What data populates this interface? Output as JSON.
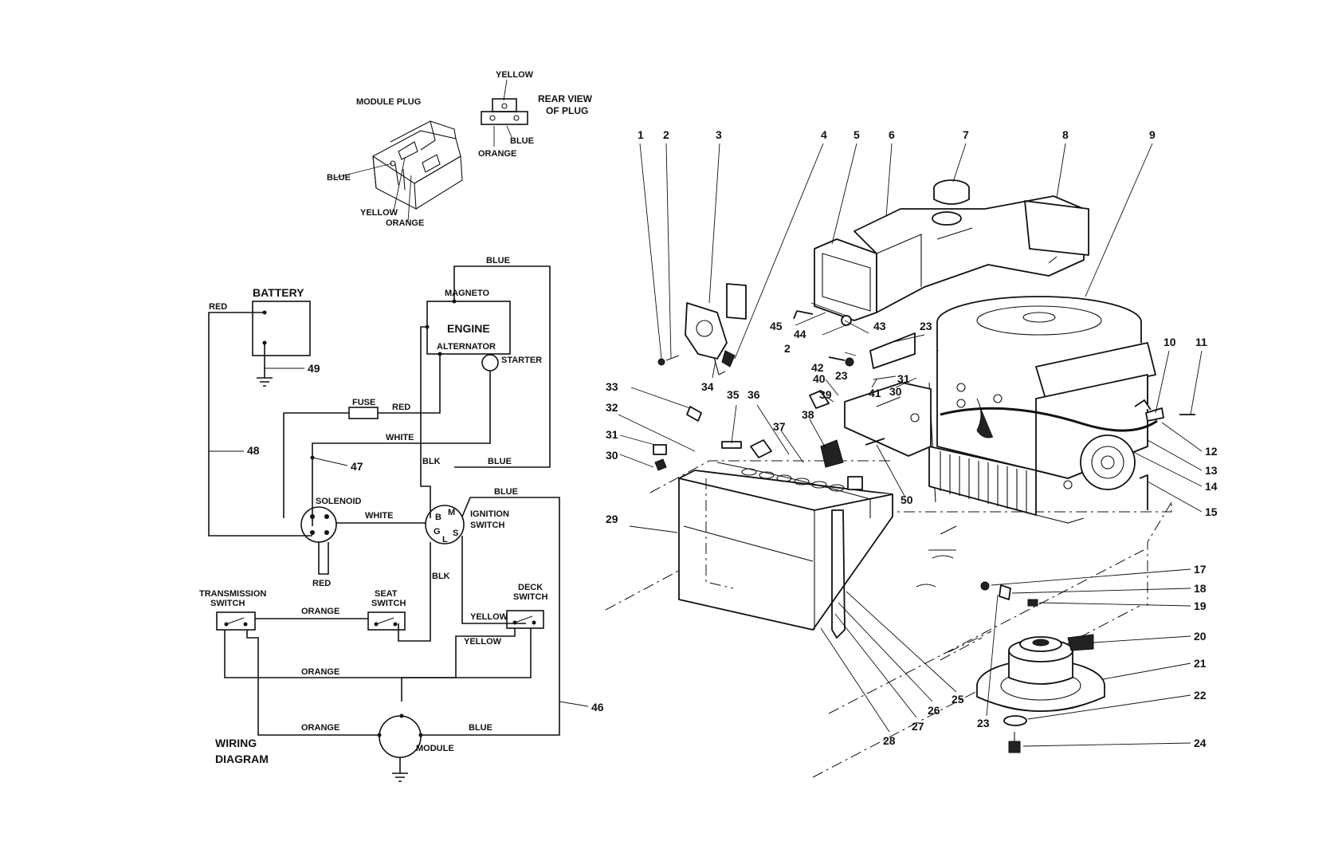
{
  "plug": {
    "module_plug_title": "MODULE PLUG",
    "rear_view_line1": "REAR VIEW",
    "rear_view_line2": "OF PLUG",
    "rear_yellow": "YELLOW",
    "rear_blue": "BLUE",
    "rear_orange": "ORANGE",
    "mod_blue": "BLUE",
    "mod_yellow": "YELLOW",
    "mod_orange": "ORANGE"
  },
  "wiring": {
    "title_line1": "WIRING",
    "title_line2": "DIAGRAM",
    "components": {
      "battery": "BATTERY",
      "engine": "ENGINE",
      "magneto": "MAGNETO",
      "alternator": "ALTERNATOR",
      "starter": "STARTER",
      "fuse": "FUSE",
      "solenoid": "SOLENOID",
      "ignition_line1": "IGNITION",
      "ignition_line2": "SWITCH",
      "transmission_line1": "TRANSMISSION",
      "transmission_line2": "SWITCH",
      "seat_line1": "SEAT",
      "seat_line2": "SWITCH",
      "deck_line1": "DECK",
      "deck_line2": "SWITCH",
      "module": "MODULE"
    },
    "terminals": {
      "b": "B",
      "m": "M",
      "g": "G",
      "l": "L",
      "s": "S"
    },
    "wire_labels": {
      "blue_top": "BLUE",
      "red_battery": "RED",
      "red_fuse": "RED",
      "white_starter": "WHITE",
      "blk_upper": "BLK",
      "blue_mid": "BLUE",
      "blue_right": "BLUE",
      "white_solenoid": "WHITE",
      "red_solenoid": "RED",
      "blk_lower": "BLK",
      "orange_trans": "ORANGE",
      "yellow_deck": "YELLOW",
      "yellow_lower": "YELLOW",
      "orange_mid": "ORANGE",
      "orange_bottom": "ORANGE",
      "blue_bottom": "BLUE"
    },
    "callouts": {
      "c46": "46",
      "c47": "47",
      "c48": "48",
      "c49": "49"
    }
  },
  "parts": {
    "top_numbers": [
      "1",
      "2",
      "3",
      "4",
      "5",
      "6",
      "7",
      "8",
      "9"
    ],
    "right_numbers": [
      "10",
      "11",
      "12",
      "13",
      "14",
      "15",
      "17",
      "18",
      "19",
      "20",
      "21",
      "22",
      "24"
    ],
    "bottom_numbers": [
      "23",
      "25",
      "26",
      "27",
      "28"
    ],
    "left_numbers": [
      "29",
      "30",
      "31",
      "32",
      "33",
      "34",
      "35",
      "36",
      "37",
      "38",
      "39",
      "40",
      "41",
      "42",
      "43",
      "44",
      "45",
      "50"
    ],
    "extra_numbers": [
      "2",
      "23",
      "23",
      "30",
      "31"
    ]
  }
}
